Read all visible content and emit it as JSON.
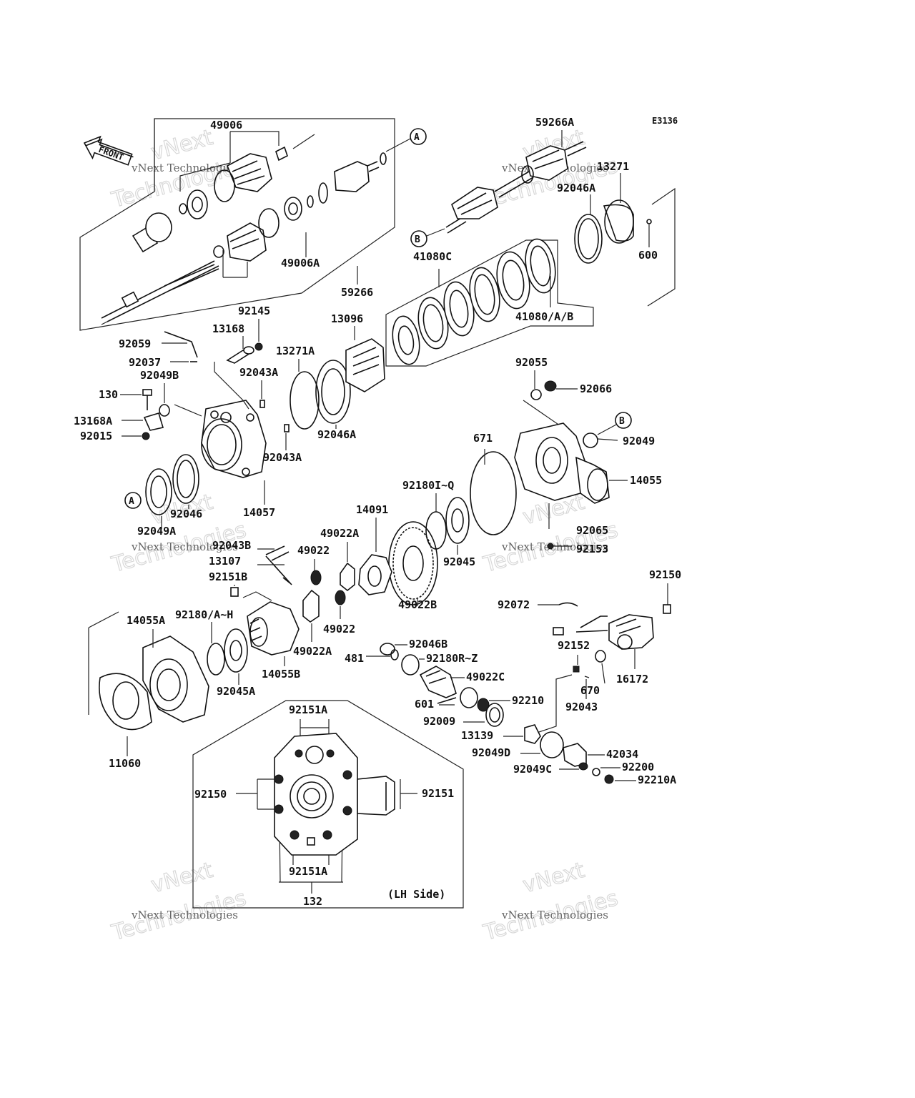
{
  "diagram_code": "E3136",
  "front_label": "FRONT",
  "side_note": "(LH Side)",
  "watermark": {
    "line1": "vNext",
    "line2": "vNext Technologies",
    "line3": "Technologies"
  },
  "callouts": {
    "A": "A",
    "B": "B"
  },
  "parts": {
    "p49006": "49006",
    "p49006A": "49006A",
    "p59266": "59266",
    "p59266A": "59266A",
    "p13271": "13271",
    "p92046A_top": "92046A",
    "p600": "600",
    "p41080C": "41080C",
    "p41080AB": "41080/A/B",
    "p92145": "92145",
    "p13096": "13096",
    "p13168": "13168",
    "p92059": "92059",
    "p13271A": "13271A",
    "p92037": "92037",
    "p92043A_1": "92043A",
    "p92049B": "92049B",
    "p130": "130",
    "p13168A": "13168A",
    "p92015": "92015",
    "p92046A": "92046A",
    "p92043A_2": "92043A",
    "p92055": "92055",
    "p92066": "92066",
    "p92049": "92049",
    "p671": "671",
    "p14055": "14055",
    "p92180IQ": "92180I~Q",
    "p14091": "14091",
    "p92046": "92046",
    "p14057": "14057",
    "p92049A": "92049A",
    "p92043B": "92043B",
    "p49022A_1": "49022A",
    "p92065": "92065",
    "p92153": "92153",
    "p13107": "13107",
    "p49022_1": "49022",
    "p92045": "92045",
    "p92151B": "92151B",
    "p92150_r": "92150",
    "p49022B": "49022B",
    "p14055A": "14055A",
    "p92180AH": "92180/A~H",
    "p92072": "92072",
    "p49022_2": "49022",
    "p92046B": "92046B",
    "p49022A_2": "49022A",
    "p481": "481",
    "p92180RZ": "92180R~Z",
    "p14055B": "14055B",
    "p92152": "92152",
    "p16172": "16172",
    "p92045A": "92045A",
    "p49022C": "49022C",
    "p670": "670",
    "p601": "601",
    "p92210": "92210",
    "p92043": "92043",
    "p92151A_top": "92151A",
    "p92009": "92009",
    "p13139": "13139",
    "p11060": "11060",
    "p92049D": "92049D",
    "p42034": "42034",
    "p92049C": "92049C",
    "p92200": "92200",
    "p92210A": "92210A",
    "p92150_l": "92150",
    "p92151": "92151",
    "p92151A_bot": "92151A",
    "p132": "132"
  }
}
